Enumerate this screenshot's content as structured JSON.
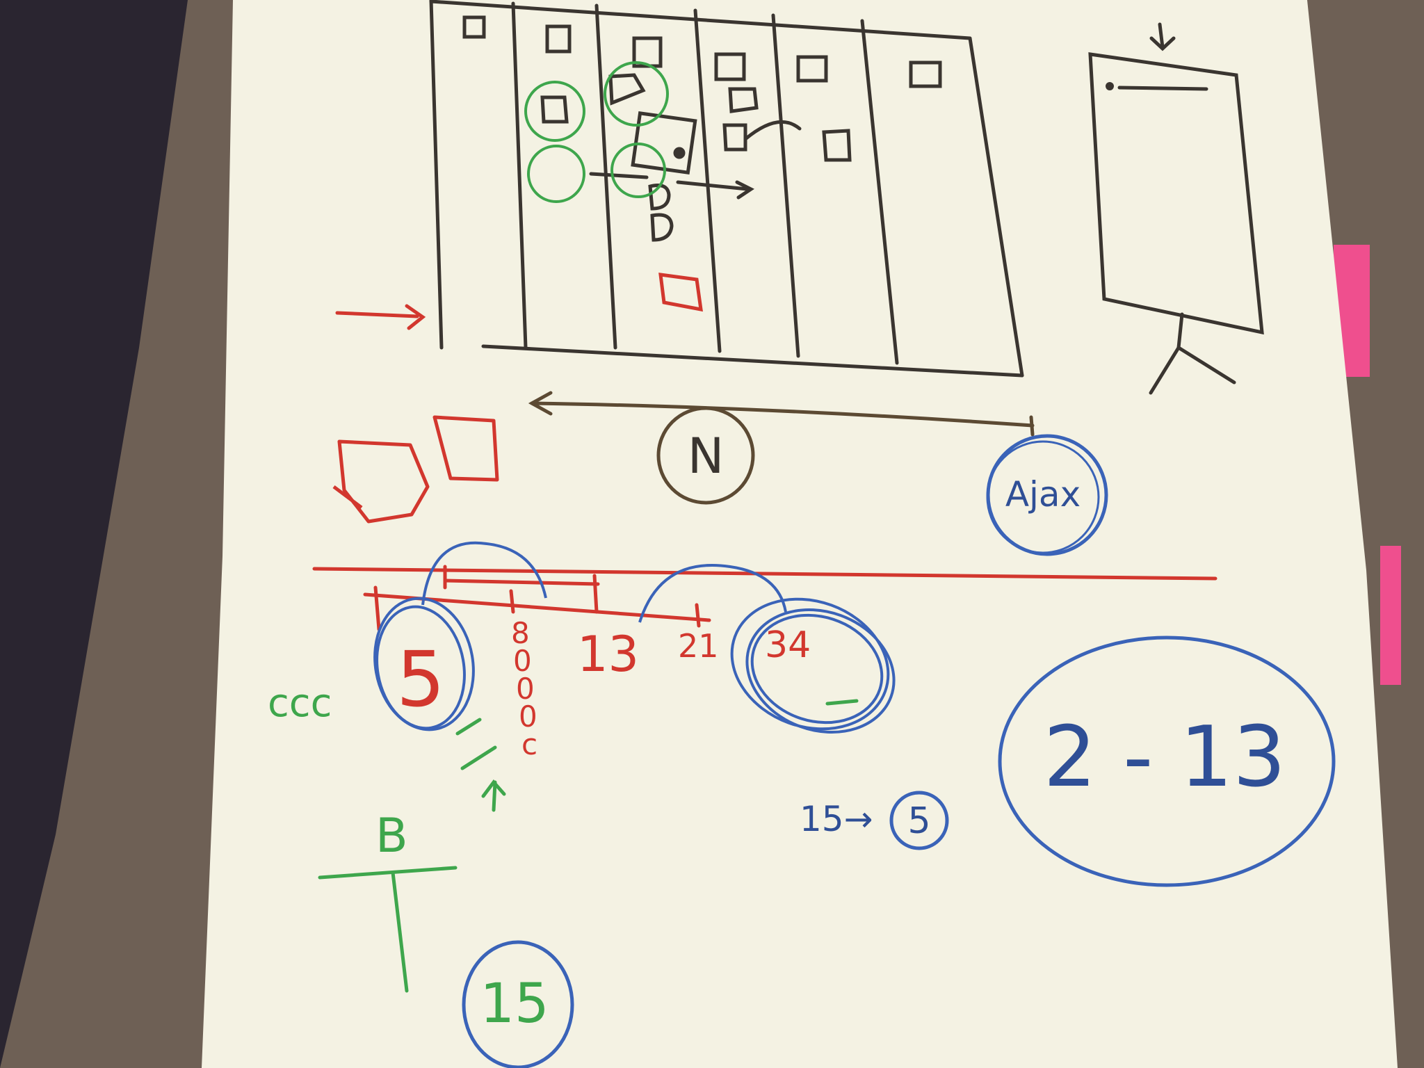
{
  "colors": {
    "background": "#2a2530",
    "desk": "#6e6055",
    "paper": "#f4f2e3",
    "black_ink": "#3a3530",
    "red_ink": "#d2372e",
    "green_ink": "#3ea64c",
    "blue_ink": "#3a63b8",
    "pink_tab": "#ef4f8e"
  },
  "labels": {
    "n_circle": "N",
    "ajax": "Ajax",
    "range": "2 - 13",
    "ccc": "ccc",
    "b_label": "B",
    "fifteen": "15",
    "fifteen_arrow": "15→",
    "five_small": "5",
    "seq_5": "5",
    "seq_8": "8",
    "seq_13": "13",
    "seq_21": "21",
    "seq_34": "34",
    "seq_c_stack": [
      "0",
      "0",
      "0",
      "c"
    ],
    "arrow_down": "↓"
  }
}
